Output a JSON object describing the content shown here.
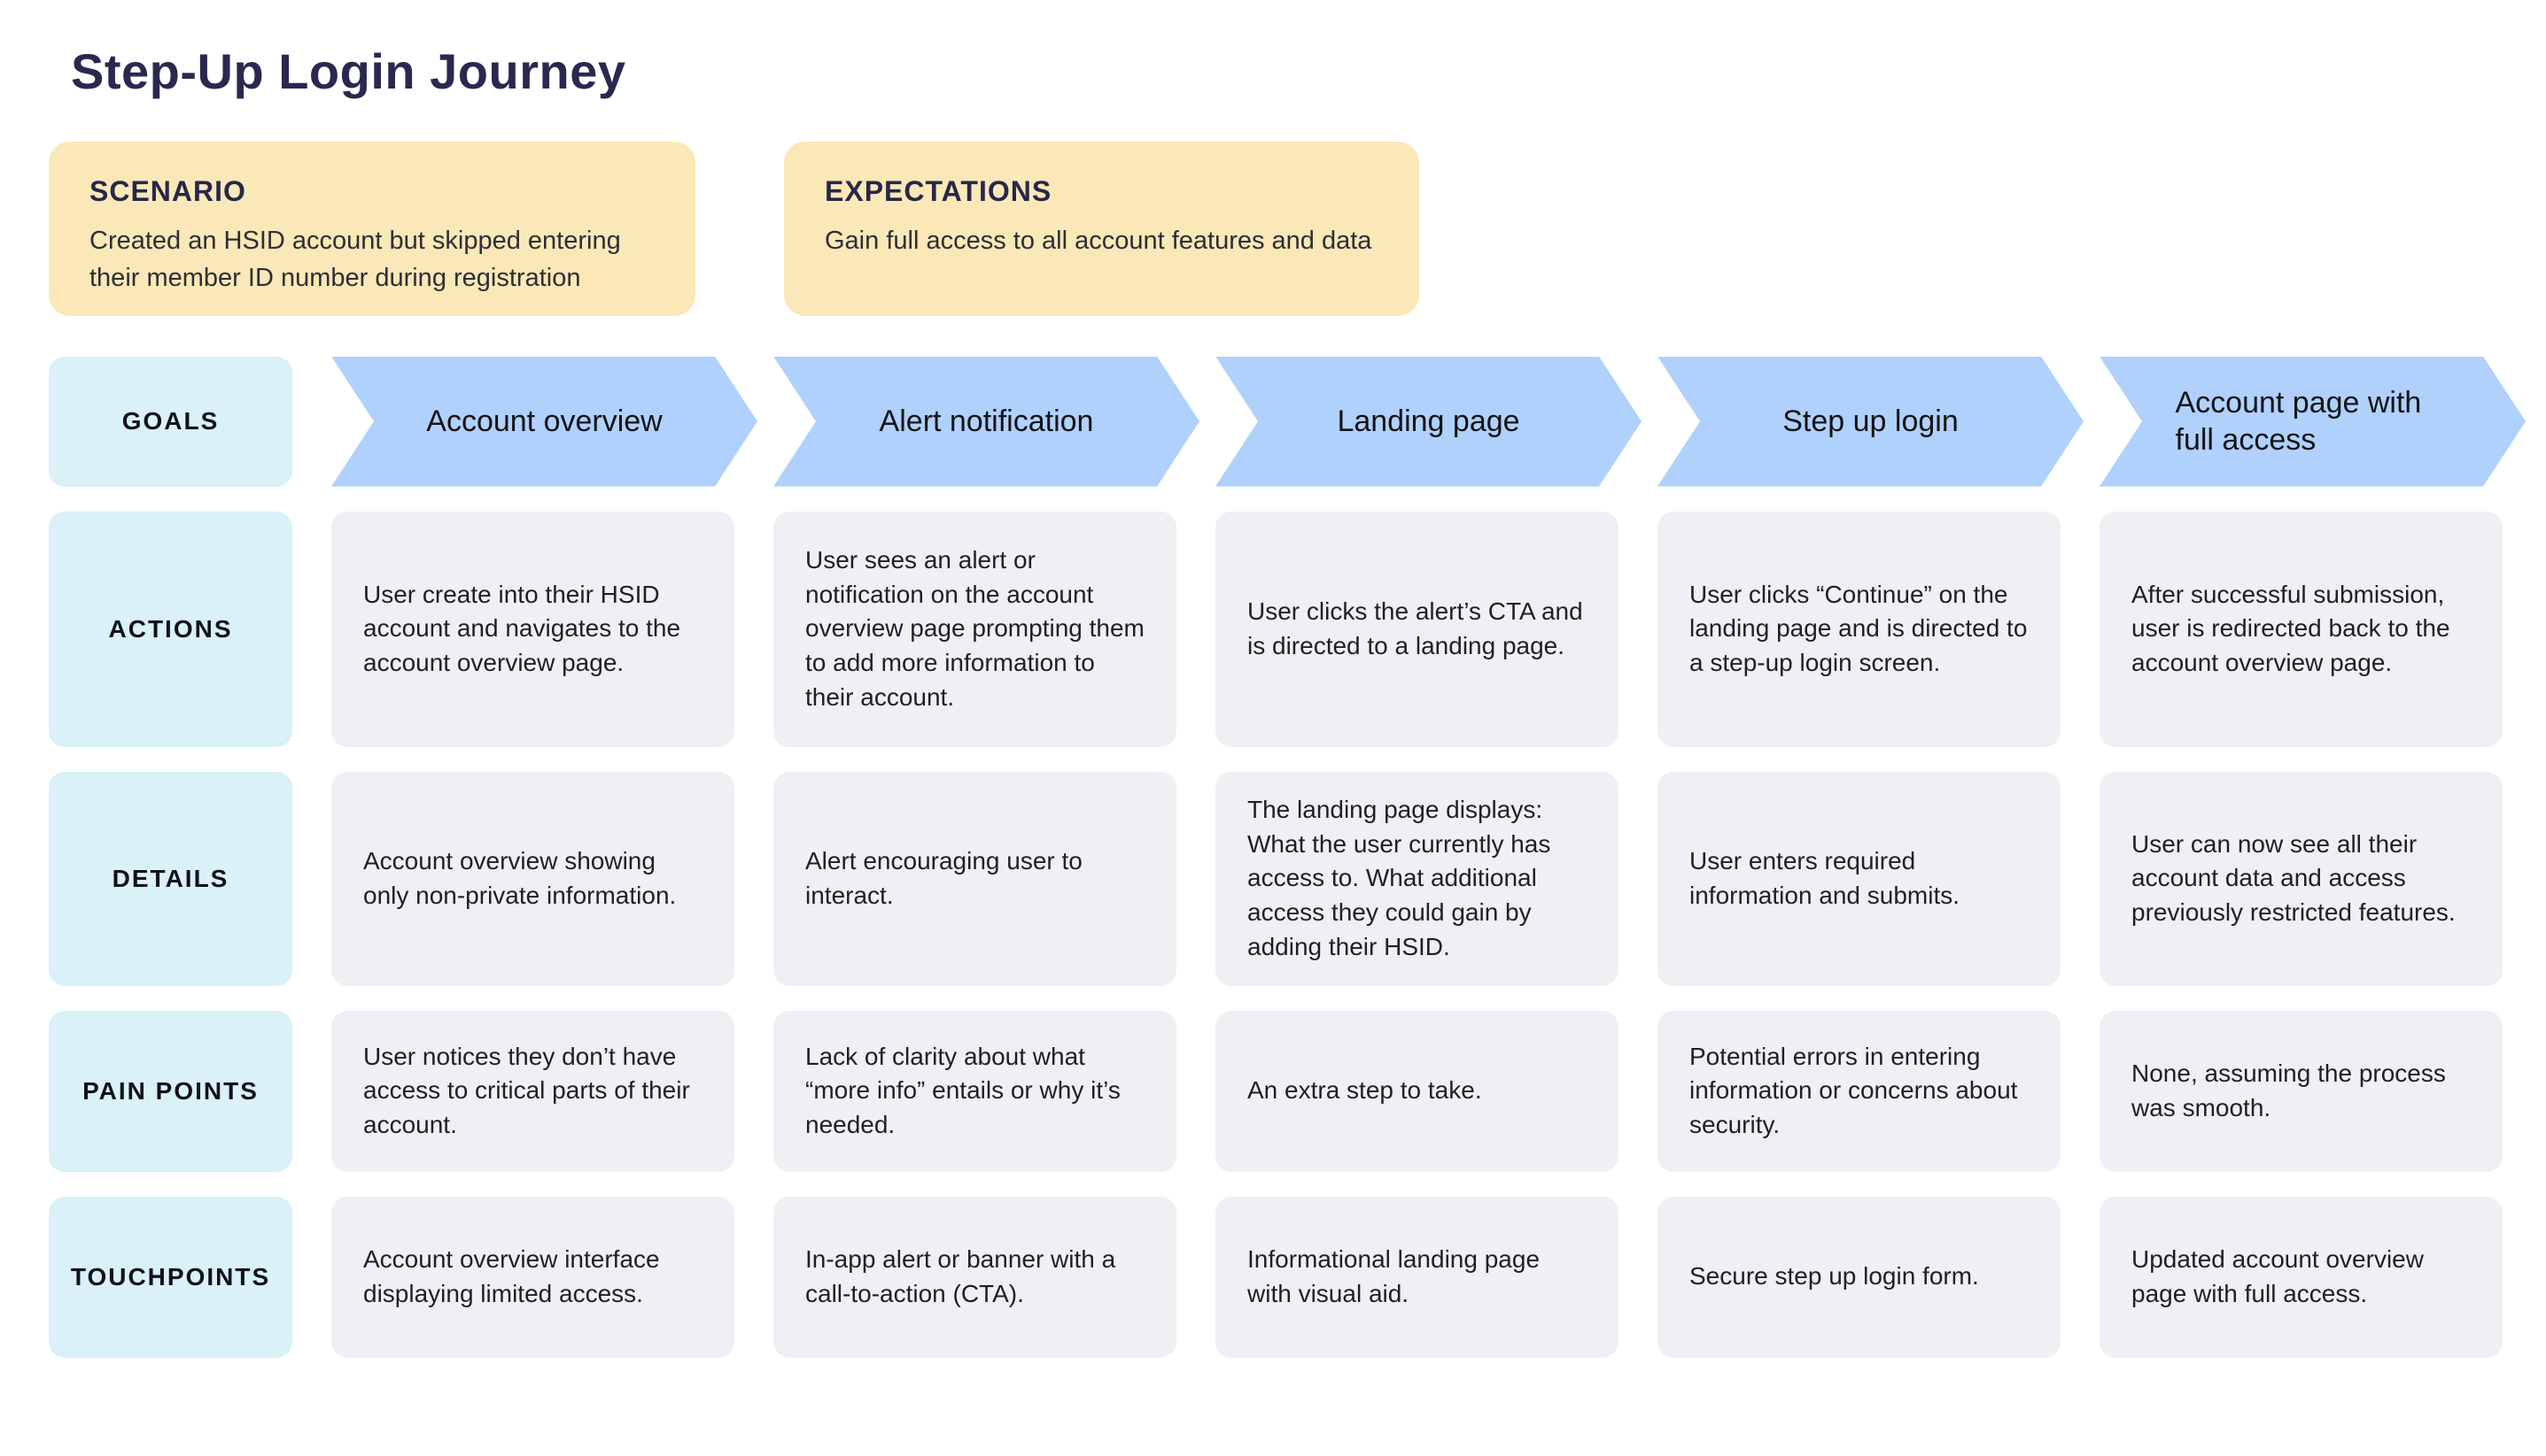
{
  "page": {
    "title": "Step-Up Login Journey"
  },
  "info_boxes": {
    "scenario": {
      "label": "SCENARIO",
      "text": "Created an HSID account but skipped entering their member ID number during registration"
    },
    "expectations": {
      "label": "EXPECTATIONS",
      "text": "Gain full access to all account features and data"
    }
  },
  "journey": {
    "row_labels": [
      "GOALS",
      "ACTIONS",
      "DETAILS",
      "PAIN POINTS",
      "TOUCHPOINTS"
    ],
    "stages": [
      {
        "goal": "Account overview",
        "action": "User create into their HSID account and navigates to the account overview page.",
        "detail": "Account overview showing only non-private information.",
        "pain_point": "User notices they don’t have access to critical parts of their account.",
        "touchpoint": "Account overview interface displaying limited access."
      },
      {
        "goal": "Alert notification",
        "action": "User sees an alert or notification on the account overview page prompting them to add more information to their account.",
        "detail": "Alert encouraging user to interact.",
        "pain_point": "Lack of clarity about what “more info” entails or why it’s needed.",
        "touchpoint": "In-app alert or banner with a call-to-action (CTA)."
      },
      {
        "goal": "Landing page",
        "action": "User clicks the alert’s CTA and is directed to a landing page.",
        "detail": "The landing page displays: What the user currently has access to. What additional access they could gain by adding their HSID.",
        "pain_point": "An extra step to take.",
        "touchpoint": "Informational landing page with visual aid."
      },
      {
        "goal": "Step up login",
        "action": "User clicks “Continue” on the landing page and is directed to a step-up login screen.",
        "detail": "User enters required information and submits.",
        "pain_point": "Potential errors in entering information or concerns about security.",
        "touchpoint": "Secure step up login form."
      },
      {
        "goal": "Account page with full access",
        "action": "After successful submission, user is redirected back to the account overview page.",
        "detail": "User can now see all their account data and access previously restricted features.",
        "pain_point": "None, assuming the process was smooth.",
        "touchpoint": "Updated account overview page with full access."
      }
    ]
  },
  "colors": {
    "title_navy": "#292950",
    "info_box_yellow": "#FAE8B8",
    "row_label_cyan": "#D9F1F7",
    "arrow_blue": "#AFD1FB",
    "cell_gray": "#EEF0F4",
    "background": "#FFFFFF"
  }
}
